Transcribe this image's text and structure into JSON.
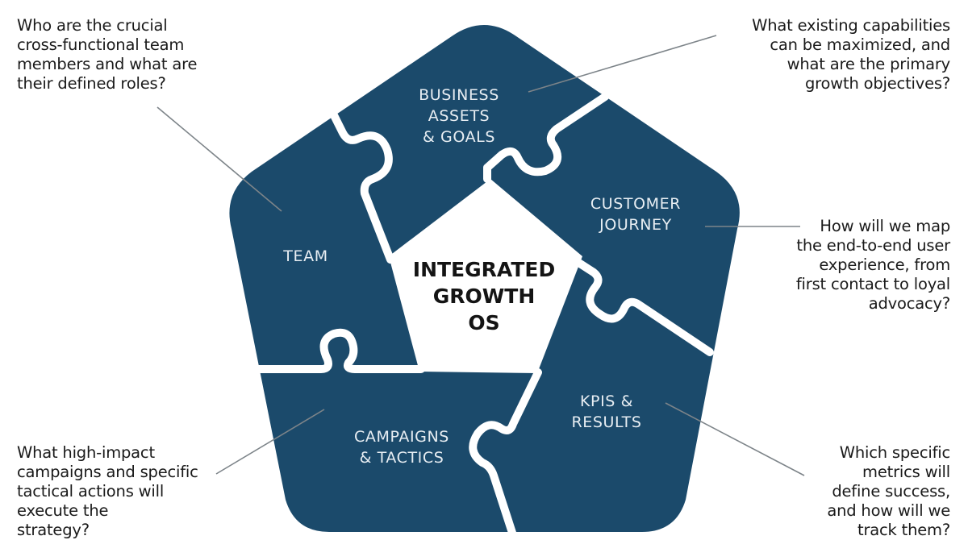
{
  "diagram": {
    "title": "INTEGRATED GROWTH OS",
    "center_lines": [
      "INTEGRATED",
      "GROWTH",
      "OS"
    ],
    "colors": {
      "segment_fill": "#1b4a6b",
      "segment_text": "#e8eef3",
      "separator": "#ffffff",
      "leader_line": "#7d8489",
      "question_text": "#1a1a1a",
      "center_text": "#141414"
    },
    "segments": [
      {
        "id": "business",
        "lines": [
          "BUSINESS",
          "ASSETS",
          "& GOALS"
        ],
        "question": "What existing capabilities\ncan be maximized, and\nwhat are the primary\ngrowth objectives?"
      },
      {
        "id": "customer",
        "lines": [
          "CUSTOMER",
          "JOURNEY"
        ],
        "question": "How will we map\nthe end-to-end user\nexperience, from\nfirst contact to loyal\nadvocacy?"
      },
      {
        "id": "kpis",
        "lines": [
          "KPIS &",
          "RESULTS"
        ],
        "question": "Which specific\nmetrics will\ndefine success,\nand how will we\ntrack them?"
      },
      {
        "id": "campaigns",
        "lines": [
          "CAMPAIGNS",
          "& TACTICS"
        ],
        "question": "What high-impact\ncampaigns and specific\ntactical actions will\nexecute the\nstrategy?"
      },
      {
        "id": "team",
        "lines": [
          "TEAM"
        ],
        "question": "Who are the crucial\ncross-functional team\nmembers and what are\ntheir defined roles?"
      }
    ]
  }
}
